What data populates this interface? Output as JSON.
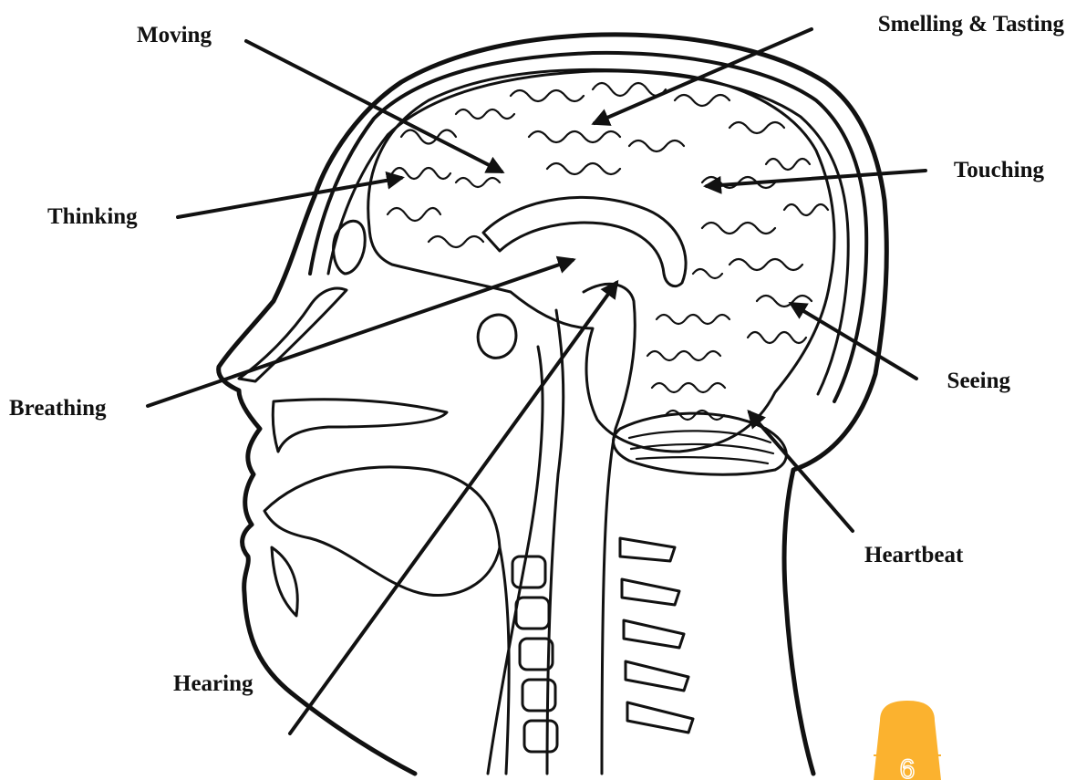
{
  "labels": {
    "moving": "Moving",
    "smelling_tasting": "Smelling & Tasting",
    "thinking": "Thinking",
    "touching": "Touching",
    "breathing": "Breathing",
    "seeing": "Seeing",
    "heartbeat": "Heartbeat",
    "hearing": "Hearing"
  },
  "colors": {
    "ink": "#111111",
    "background": "#ffffff",
    "logo_yellow": "#FBB22F"
  },
  "logo": {
    "icon": "crayon-logo-icon",
    "digit": "6"
  }
}
